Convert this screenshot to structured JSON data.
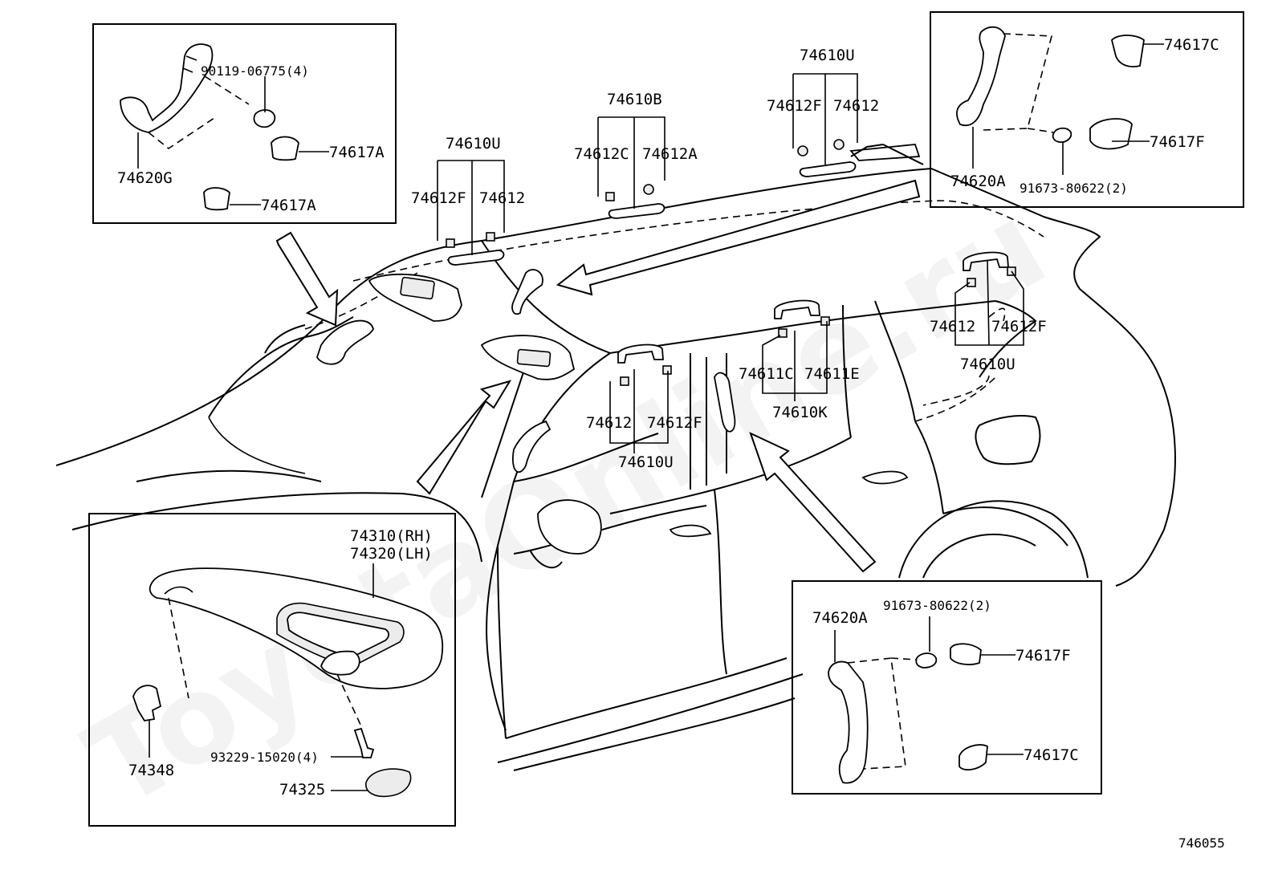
{
  "diagram_id": "746055",
  "watermark": "ToyotaOnline.ru",
  "labels": {
    "p90119": "90119-06775(4)",
    "p74617A_1": "74617A",
    "p74620G": "74620G",
    "p74617A_2": "74617A",
    "p74610U_a": "74610U",
    "p74612F_a": "74612F",
    "p74612_a": "74612",
    "p74610B": "74610B",
    "p74612C": "74612C",
    "p74612A": "74612A",
    "p74610U_b": "74610U",
    "p74612F_b": "74612F",
    "p74612_b": "74612",
    "p74617C_a": "74617C",
    "p74617F_a": "74617F",
    "p74620A_a": "74620A",
    "p91673_a": "91673-80622(2)",
    "p74612_c": "74612",
    "p74612F_c": "74612F",
    "p74610U_c": "74610U",
    "p74611C": "74611C",
    "p74611E": "74611E",
    "p74610K": "74610K",
    "p74612_d": "74612",
    "p74612F_d": "74612F",
    "p74610U_d": "74610U",
    "p74310": "74310(RH)",
    "p74320": "74320(LH)",
    "p74348": "74348",
    "p93229": "93229-15020(4)",
    "p74325": "74325",
    "p74620A_b": "74620A",
    "p91673_b": "91673-80622(2)",
    "p74617F_b": "74617F",
    "p74617C_b": "74617C"
  }
}
